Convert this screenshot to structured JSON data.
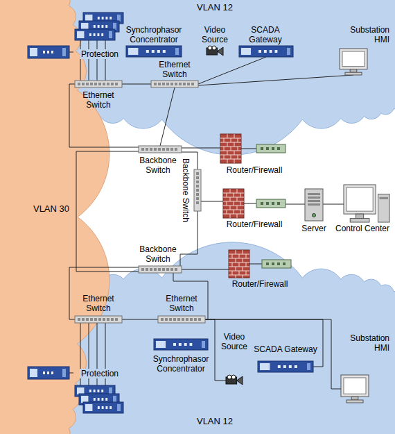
{
  "diagram": {
    "nodes": [
      {
        "text": [
          "VLAN 12"
        ]
      },
      {
        "text": [
          "Protection"
        ],
        "in": 0
      },
      {
        "text": [
          "Synchrophasor Concentrator"
        ],
        "in": 0
      },
      {
        "text": [
          "Video Source"
        ],
        "in": 0
      },
      {
        "text": [
          "SCADA Gateway"
        ],
        "in": 0
      },
      {
        "text": [
          "Substation HMI"
        ],
        "in": 0
      },
      {
        "text": [
          "Ethernet Switch"
        ],
        "in": 0
      },
      {
        "text": [
          "Ethernet Switch"
        ],
        "in": 0
      },
      {
        "text": [
          "VLAN 30"
        ]
      },
      {
        "text": [
          "Backbone Switch"
        ]
      },
      {
        "text": [
          "Router/Firewall"
        ]
      },
      {
        "text": [
          "Backbone Switch"
        ]
      },
      {
        "text": [
          "Router/Firewall"
        ]
      },
      {
        "text": [
          "Server"
        ]
      },
      {
        "text": [
          "Control Center"
        ]
      },
      {
        "text": [
          "Backbone Switch"
        ]
      },
      {
        "text": [
          "Router/Firewall"
        ]
      },
      {
        "text": [
          "VLAN 12"
        ]
      },
      {
        "text": [
          "Ethernet Switch"
        ],
        "in": 17
      },
      {
        "text": [
          "Ethernet Switch"
        ],
        "in": 17
      },
      {
        "text": [
          "Protection"
        ],
        "in": 17
      },
      {
        "text": [
          "Synchrophasor Concentrator"
        ],
        "in": 17
      },
      {
        "text": [
          "Video Source"
        ],
        "in": 17
      },
      {
        "text": [
          "SCADA Gateway"
        ],
        "in": 17
      },
      {
        "text": [
          "Substation HMI"
        ],
        "in": 17
      }
    ],
    "edges": [
      {
        "from": 1,
        "to": 6,
        "arrow": "none"
      },
      {
        "from": 6,
        "to": 7,
        "arrow": "none"
      },
      {
        "from": 7,
        "to": 4,
        "arrow": "none"
      },
      {
        "from": 7,
        "to": 5,
        "arrow": "none"
      },
      {
        "from": 6,
        "to": 9,
        "arrow": "none"
      },
      {
        "from": 7,
        "to": 9,
        "arrow": "none"
      },
      {
        "from": 9,
        "to": 10,
        "arrow": "none"
      },
      {
        "from": 9,
        "to": 15,
        "arrow": "none"
      },
      {
        "from": 9,
        "to": 11,
        "arrow": "none"
      },
      {
        "from": 11,
        "to": 12,
        "arrow": "none"
      },
      {
        "from": 11,
        "to": 15,
        "arrow": "none"
      },
      {
        "from": 12,
        "to": 13,
        "arrow": "none"
      },
      {
        "from": 13,
        "to": 14,
        "arrow": "none"
      },
      {
        "from": 15,
        "to": 16,
        "arrow": "none"
      },
      {
        "from": 15,
        "to": 18,
        "arrow": "none"
      },
      {
        "from": 15,
        "to": 19,
        "arrow": "none"
      },
      {
        "from": 18,
        "to": 19,
        "arrow": "none"
      },
      {
        "from": 18,
        "to": 20,
        "arrow": "none"
      },
      {
        "from": 19,
        "to": 22,
        "arrow": "none"
      },
      {
        "from": 19,
        "to": 23,
        "arrow": "none"
      },
      {
        "from": 19,
        "to": 24,
        "arrow": "none"
      }
    ]
  }
}
